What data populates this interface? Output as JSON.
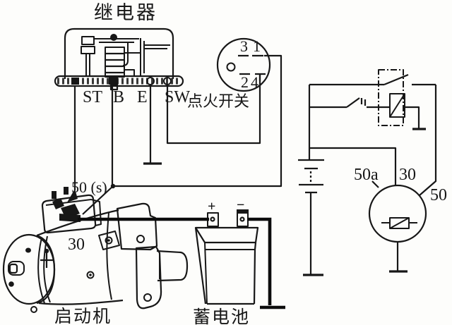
{
  "diagram": {
    "relay": {
      "title": "继电器",
      "terminals": {
        "st": "ST",
        "b": "B",
        "e": "E",
        "sw": "SW"
      }
    },
    "ignition_switch": {
      "label": "点火开关",
      "pin3": "3",
      "pin1": "1",
      "pin2": "2",
      "pin4": "4"
    },
    "starter": {
      "label": "启动机",
      "terminal_50s": "50 (s)",
      "terminal_30": "30"
    },
    "battery": {
      "label": "蓄电池",
      "plus": "+",
      "minus": "−"
    },
    "solenoid_schematic": {
      "t50a": "50a",
      "t30": "30",
      "t50": "50"
    },
    "colors": {
      "ink": "#171717",
      "paper": "#fdfdfb"
    }
  }
}
